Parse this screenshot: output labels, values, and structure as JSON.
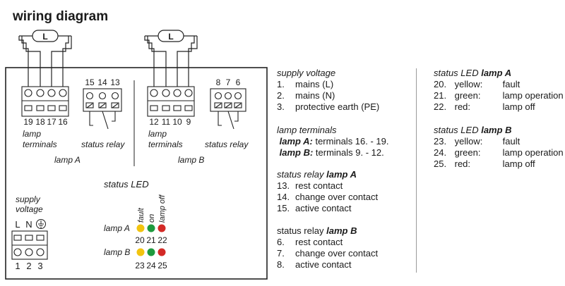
{
  "title": "wiring diagram",
  "colors": {
    "yellow": "#f2c40f",
    "green": "#1e9a3e",
    "red": "#d32a26"
  },
  "diagram": {
    "lamp_symbol": "L",
    "lamp_a": {
      "terminal_numbers": [
        "19",
        "18",
        "17",
        "16"
      ],
      "terminal_caption": [
        "lamp",
        "terminals"
      ],
      "relay_numbers": [
        "15",
        "14",
        "13"
      ],
      "relay_caption": "status relay",
      "name": "lamp A"
    },
    "lamp_b": {
      "terminal_numbers": [
        "12",
        "11",
        "10",
        "9"
      ],
      "terminal_caption": [
        "lamp",
        "terminals"
      ],
      "relay_numbers": [
        "8",
        "7",
        "6"
      ],
      "relay_caption": "status relay",
      "name": "lamp B"
    },
    "supply": {
      "caption": [
        "supply",
        "voltage"
      ],
      "symbols": [
        "L",
        "N"
      ],
      "earth_icon": "protective-earth-icon",
      "numbers": [
        "1",
        "2",
        "3"
      ]
    },
    "status_led": {
      "title": "status LED",
      "columns": [
        "fault",
        "on",
        "lamp off"
      ],
      "row_a": {
        "label": "lamp A",
        "numbers": [
          "20",
          "21",
          "22"
        ]
      },
      "row_b": {
        "label": "lamp B",
        "numbers": [
          "23",
          "24",
          "25"
        ]
      }
    }
  },
  "legend": {
    "supply": {
      "heading": "supply voltage",
      "items": [
        {
          "num": "1.",
          "text": "mains (L)"
        },
        {
          "num": "2.",
          "text": "mains (N)"
        },
        {
          "num": "3.",
          "text": "protective earth (PE)"
        }
      ]
    },
    "lamp_terminals": {
      "heading": "lamp terminals",
      "a_label": "lamp A:",
      "a_text": "terminals 16. - 19.",
      "b_label": "lamp B:",
      "b_text": "terminals 9. - 12."
    },
    "relay_a": {
      "heading": "status relay",
      "heading_bold": "lamp A",
      "items": [
        {
          "num": "13.",
          "text": "rest contact"
        },
        {
          "num": "14.",
          "text": "change over contact"
        },
        {
          "num": "15.",
          "text": "active contact"
        }
      ]
    },
    "relay_b": {
      "heading": "status relay",
      "heading_bold": "lamp B",
      "items": [
        {
          "num": "6.",
          "text": "rest contact"
        },
        {
          "num": "7.",
          "text": "change over contact"
        },
        {
          "num": "8.",
          "text": "active contact"
        }
      ]
    },
    "led_a": {
      "heading": "status LED",
      "heading_bold": "lamp A",
      "items": [
        {
          "num": "20.",
          "label": "yellow:",
          "text": "fault"
        },
        {
          "num": "21.",
          "label": "green:",
          "text": "lamp operation"
        },
        {
          "num": "22.",
          "label": "red:",
          "text": "lamp off"
        }
      ]
    },
    "led_b": {
      "heading": "status LED",
      "heading_bold": "lamp B",
      "items": [
        {
          "num": "23.",
          "label": "yellow:",
          "text": "fault"
        },
        {
          "num": "24.",
          "label": "green:",
          "text": "lamp operation"
        },
        {
          "num": "25.",
          "label": "red:",
          "text": "lamp off"
        }
      ]
    }
  }
}
